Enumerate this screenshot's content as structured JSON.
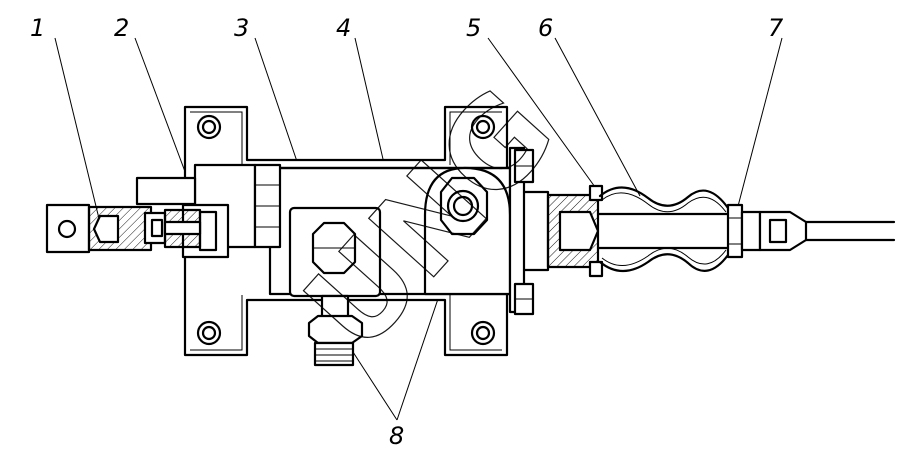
{
  "callouts": [
    "1",
    "2",
    "3",
    "4",
    "5",
    "6",
    "7",
    "8"
  ],
  "watermark_text": "UNG"
}
